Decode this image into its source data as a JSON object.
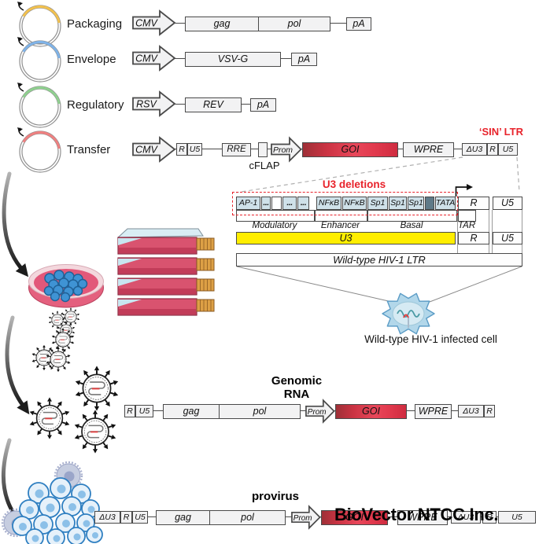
{
  "colors": {
    "red_accent": "#e8232b",
    "goi_red": "#d93a4a",
    "u3_yellow": "#ffee00",
    "element_blue": "#cfe1e9",
    "dark_element": "#5f7a88"
  },
  "plasmid_rows": [
    {
      "label": "Packaging"
    },
    {
      "label": "Envelope"
    },
    {
      "label": "Regulatory"
    },
    {
      "label": "Transfer"
    }
  ],
  "packaging": {
    "promoter": "CMV",
    "gag": "gag",
    "pol": "pol",
    "pa": "pA"
  },
  "envelope": {
    "promoter": "CMV",
    "gene": "VSV-G",
    "pa": "pA"
  },
  "regulatory": {
    "promoter": "RSV",
    "gene": "REV",
    "pa": "pA"
  },
  "transfer": {
    "promoter": "CMV",
    "r": "R",
    "u5": "U5",
    "rre": "RRE",
    "cflap_label": "cFLAP",
    "prom": "Prom",
    "goi": "GOI",
    "wpre": "WPRE",
    "du3": "ΔU3",
    "r2": "R",
    "u5b": "U5",
    "sin_ltr": "‘SIN’ LTR"
  },
  "u3_diagram": {
    "title": "U3 deletions",
    "boxes": [
      "AP-1",
      "...",
      "",
      "...",
      "...",
      "NFκB",
      "NFκB",
      "Sp1",
      "Sp1",
      "Sp1",
      "",
      "TATA"
    ],
    "r": "R",
    "u5": "U5",
    "regions": [
      "Modulatory",
      "Enhancer",
      "Basal",
      "TAR"
    ],
    "u3": "U3",
    "r2": "R",
    "u5b": "U5",
    "wildtype_ltr": "Wild-type HIV-1 LTR",
    "infected_cell_caption": "Wild-type HIV-1 infected cell"
  },
  "genomic_rna": {
    "title": "Genomic RNA",
    "r": "R",
    "u5": "U5",
    "gag": "gag",
    "pol": "pol",
    "prom": "Prom",
    "goi": "GOI",
    "wpre": "WPRE",
    "du3": "ΔU3",
    "r2": "R"
  },
  "provirus": {
    "title": "provirus",
    "du3": "ΔU3",
    "r": "R",
    "u5": "U5",
    "gag": "gag",
    "pol": "pol",
    "prom": "Prom",
    "goi": "GOI",
    "wpre": "WPRE",
    "du3b": "ΔU3",
    "r2": "R",
    "u5b": "U5"
  },
  "watermark": "BioVector NTCC Inc."
}
